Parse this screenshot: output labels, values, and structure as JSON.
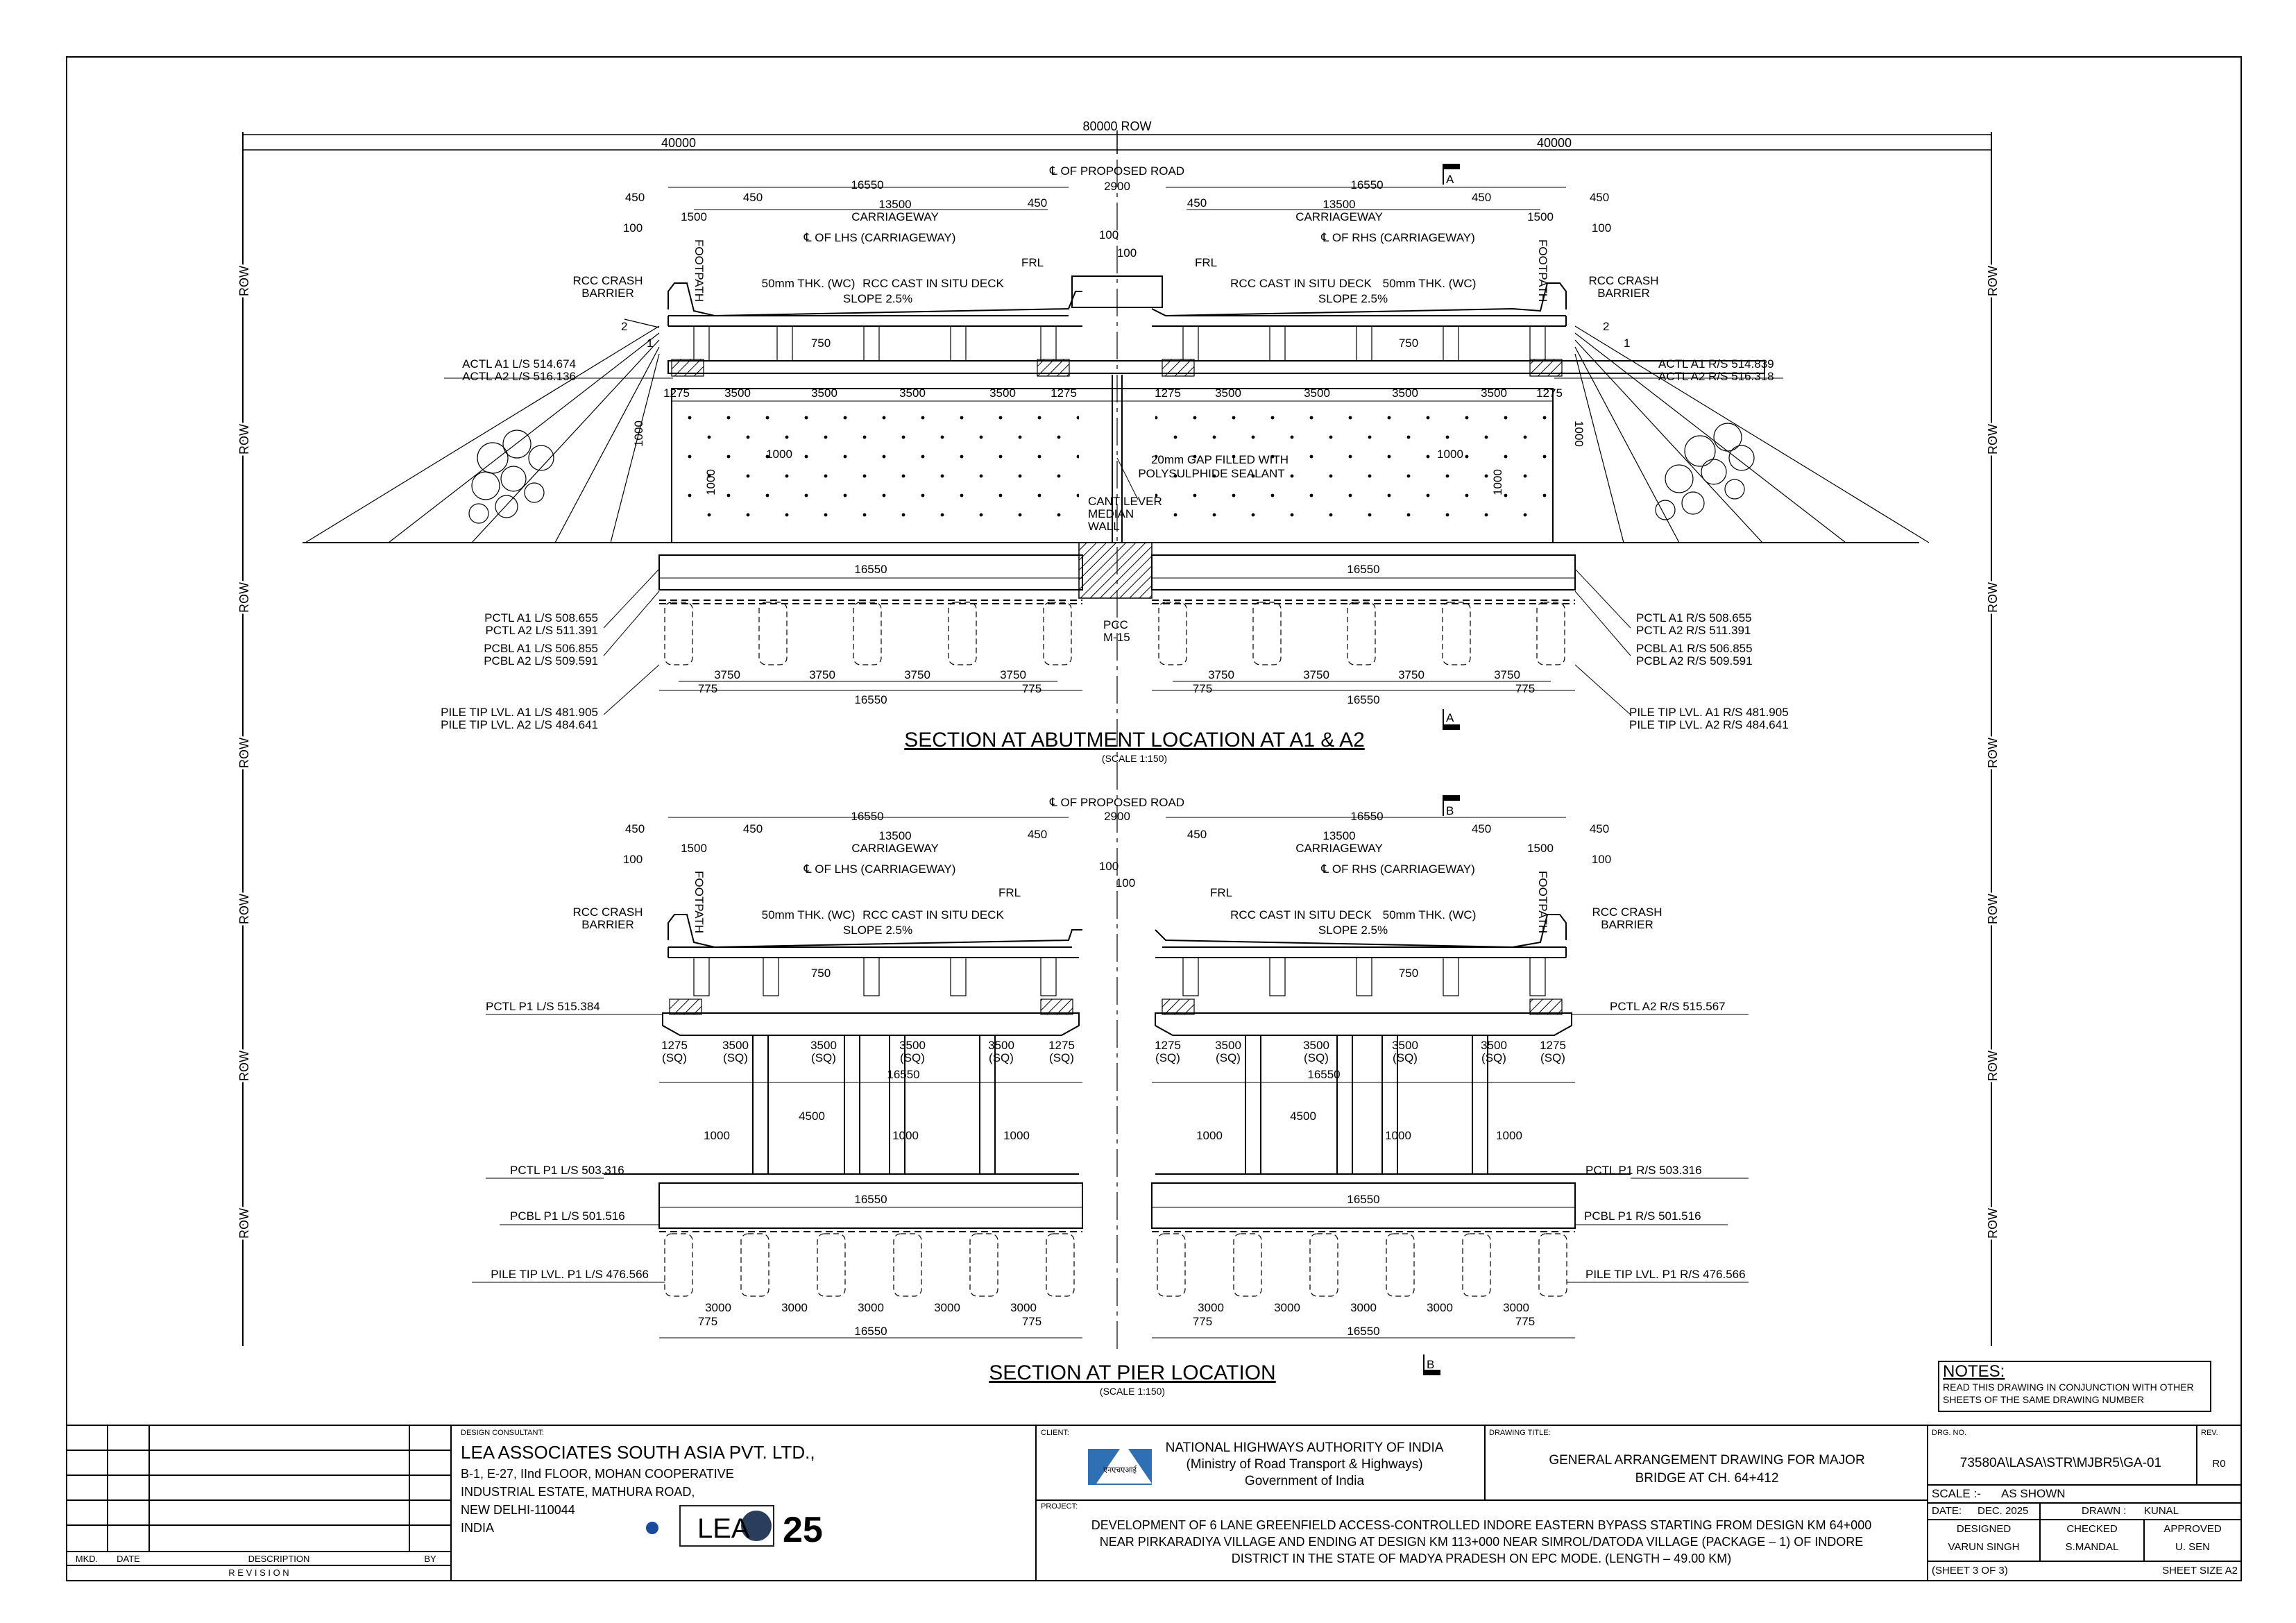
{
  "drawing": {
    "row_total": "80000 ROW",
    "row_half": "40000",
    "row_label": "ROW",
    "road_centerline": "℄ OF PROPOSED ROAD",
    "median": "2900",
    "section_marks": {
      "a": "A",
      "b": "B"
    },
    "lhs": {
      "overall": "16550",
      "carriageway": "13500",
      "carriageway_label": "CARRIAGEWAY",
      "cl_label": "℄ OF LHS (CARRIAGEWAY)",
      "edge_450": "450",
      "edge_100": "100",
      "footpath_width": "1500",
      "footpath_label": "FOOTPATH"
    },
    "rhs": {
      "overall": "16550",
      "carriageway": "13500",
      "carriageway_label": "CARRIAGEWAY",
      "cl_label": "℄ OF RHS (CARRIAGEWAY)"
    },
    "labels": {
      "crash_barrier_1": "RCC CRASH",
      "crash_barrier_2": "BARRIER",
      "wearing_coat": "50mm THK. (WC)",
      "deck": "RCC CAST IN SITU DECK",
      "slope": "SLOPE 2.5%",
      "frl": "FRL",
      "gap_1": "20mm GAP FILLED WITH",
      "gap_2": "POLYSULPHIDE SEALANT",
      "cantilever_1": "CANTILEVER",
      "cantilever_2": "MEDIAN",
      "cantilever_3": "WALL",
      "pcc_1": "PCC",
      "pcc_2": "M-15",
      "slope_v": "1",
      "slope_h": "2"
    },
    "dims": {
      "d750": "750",
      "d1275": "1275",
      "d3500": "3500",
      "d1000": "1000",
      "d3750": "3750",
      "d775": "775",
      "d4500": "4500",
      "d3000": "3000",
      "sq_1275": "1275",
      "sq_3500": "3500",
      "sq": "(SQ)"
    },
    "abutment": {
      "title": "SECTION AT ABUTMENT LOCATION AT A1 & A2",
      "scale": "(SCALE   1:150)",
      "actl_a1_ls": "ACTL  A1  L/S  514.674",
      "actl_a2_ls": "ACTL  A2  L/S  516.136",
      "actl_a1_rs": "ACTL  A1  R/S  514.839",
      "actl_a2_rs": "ACTL  A2  R/S  516.318",
      "pctl_a1_ls": "PCTL  A1  L/S  508.655",
      "pctl_a2_ls": "PCTL  A2  L/S  511.391",
      "pcbl_a1_ls": "PCBL  A1  L/S  506.855",
      "pcbl_a2_ls": "PCBL  A2  L/S  509.591",
      "pile_a1_ls": "PILE TIP  LVL.  A1  L/S  481.905",
      "pile_a2_ls": "PILE TIP  LVL.  A2  L/S  484.641",
      "pctl_a1_rs": "PCTL  A1  R/S  508.655",
      "pctl_a2_rs": "PCTL  A2  R/S  511.391",
      "pcbl_a1_rs": "PCBL  A1  R/S  506.855",
      "pcbl_a2_rs": "PCBL  A2  R/S  509.591",
      "pile_a1_rs": "PILE TIP  LVL.  A1  R/S  481.905",
      "pile_a2_rs": "PILE TIP  LVL.  A2  R/S  484.641"
    },
    "pier": {
      "title": "SECTION AT PIER LOCATION",
      "scale": "(SCALE   1:150)",
      "pctl_top_ls": "PCTL  P1  L/S  515.384",
      "pctl_top_rs": "PCTL  A2  R/S  515.567",
      "pctl_ls": "PCTL  P1  L/S  503.316",
      "pcbl_ls": "PCBL  P1  L/S  501.516",
      "pile_ls": "PILE TIP  LVL.  P1  L/S  476.566",
      "pctl_rs": "PCTL  P1  R/S  503.316",
      "pcbl_rs": "PCBL  P1  R/S  501.516",
      "pile_rs": "PILE TIP  LVL.  P1  R/S  476.566"
    }
  },
  "notes": {
    "heading": "NOTES:",
    "line1": "READ THIS DRAWING IN CONJUNCTION WITH OTHER",
    "line2": "SHEETS OF THE SAME DRAWING NUMBER"
  },
  "title_block": {
    "revision": {
      "mkd": "MKD.",
      "date": "DATE",
      "description": "DESCRIPTION",
      "by": "BY",
      "label": "R E V I S I O N"
    },
    "consultant": {
      "caption": "DESIGN CONSULTANT:",
      "name": "LEA ASSOCIATES SOUTH ASIA PVT. LTD.,",
      "address1": "B-1, E-27, IInd FLOOR, MOHAN COOPERATIVE",
      "address2": "INDUSTRIAL ESTATE, MATHURA ROAD,",
      "address3": "NEW DELHI-110044",
      "address4": "INDIA",
      "logo_text": "LEA",
      "anniv_text": "25"
    },
    "client": {
      "caption": "CLIENT:",
      "line1": "NATIONAL HIGHWAYS AUTHORITY OF INDIA",
      "line2": "(Ministry of Road Transport & Highways)",
      "line3": "Government of India",
      "logo_text": "एनएचएआई"
    },
    "project": {
      "caption": "PROJECT:",
      "line1": "DEVELOPMENT OF 6 LANE GREENFIELD ACCESS-CONTROLLED INDORE EASTERN BYPASS STARTING FROM DESIGN KM 64+000",
      "line2": "NEAR PIRKARADIYA VILLAGE AND ENDING AT DESIGN KM 113+000 NEAR SIMROL/DATODA VILLAGE (PACKAGE – 1) OF INDORE",
      "line3": "DISTRICT IN THE STATE OF MADYA PRADESH ON EPC MODE. (LENGTH – 49.00 KM)"
    },
    "drawing_title": {
      "caption": "DRAWING TITLE:",
      "line1": "GENERAL ARRANGEMENT DRAWING FOR MAJOR",
      "line2": "BRIDGE AT CH. 64+412"
    },
    "drg_no": {
      "caption": "DRG. NO.",
      "value": "73580A\\LASA\\STR\\MJBR5\\GA-01"
    },
    "rev": {
      "caption": "REV.",
      "value": "R0"
    },
    "scale": {
      "label": "SCALE :-",
      "value": "AS SHOWN"
    },
    "date": {
      "label": "DATE:",
      "value": "DEC. 2025"
    },
    "drawn": {
      "label": "DRAWN :",
      "value": "KUNAL"
    },
    "designed": {
      "label": "DESIGNED",
      "value": "VARUN SINGH"
    },
    "checked": {
      "label": "CHECKED",
      "value": "S.MANDAL"
    },
    "approved": {
      "label": "APPROVED",
      "value": "U. SEN"
    },
    "sheet": "(SHEET 3 OF 3)",
    "sheet_size": "SHEET SIZE A2"
  }
}
